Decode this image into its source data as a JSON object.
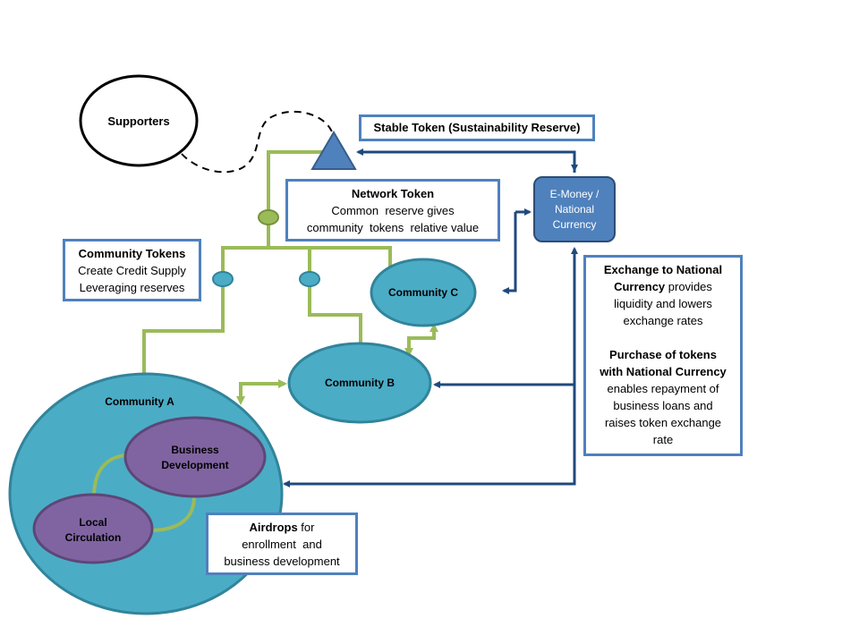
{
  "colors": {
    "green_connector": "#9bbb59",
    "blue_connector": "#1f497d",
    "community_fill": "#4bacc6",
    "community_stroke": "#31849b",
    "inner_fill": "#8064a2",
    "inner_stroke": "#5c4776",
    "box_border": "#4f81bd",
    "emoney_fill": "#4f81bd"
  },
  "nodes": {
    "supporters": "Supporters",
    "community_a": "Community A",
    "community_b": "Community B",
    "community_c": "Community C",
    "business_development": [
      "Business",
      "Development"
    ],
    "local_circulation": [
      "Local",
      "Circulation"
    ],
    "emoney": [
      "E-Money /",
      "National",
      "Currency"
    ]
  },
  "boxes": {
    "stable_token": {
      "title": "Stable Token (Sustainability Reserve)"
    },
    "network_token": {
      "title": "Network Token",
      "lines": [
        "Common  reserve gives",
        "community  tokens  relative value"
      ]
    },
    "community_tokens": {
      "title": "Community Tokens",
      "lines": [
        "Create Credit Supply",
        "Leveraging reserves"
      ]
    },
    "exchange": {
      "part1_bold": [
        "Exchange to National",
        "Currency"
      ],
      "part1_rest": " provides",
      "part1_lines": [
        "liquidity and lowers",
        "exchange rates"
      ],
      "part2_bold": [
        "Purchase of tokens",
        "with National Currency"
      ],
      "part2_lines": [
        "enables repayment of",
        "business loans and",
        "raises token exchange",
        "rate"
      ]
    },
    "airdrops": {
      "bold": "Airdrops",
      "rest": " for",
      "lines": [
        "enrollment  and",
        "business development"
      ]
    }
  }
}
